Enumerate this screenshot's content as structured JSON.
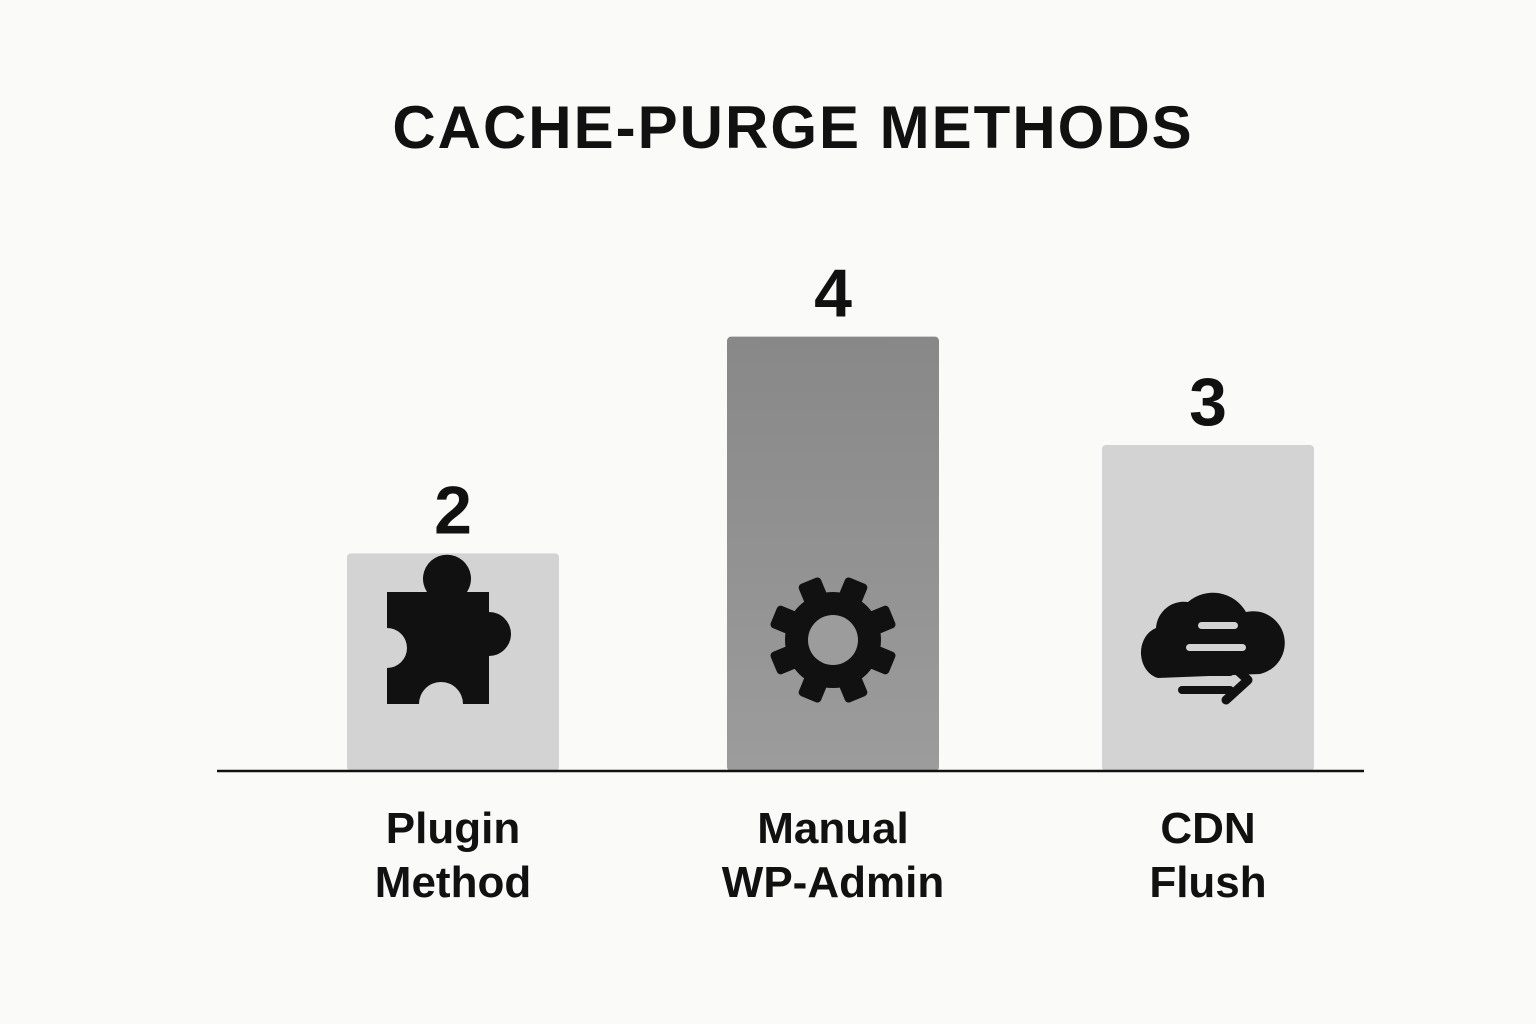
{
  "chart_data": {
    "type": "bar",
    "title": "CACHE-PURGE METHODS",
    "xlabel": "",
    "ylabel": "",
    "ylim": [
      0,
      4.2
    ],
    "grid": false,
    "legend": "none",
    "categories": [
      {
        "lines": [
          "Plugin",
          "Method"
        ],
        "icon": "puzzle-piece-icon"
      },
      {
        "lines": [
          "Manual",
          "WP-Admin"
        ],
        "icon": "gear-icon"
      },
      {
        "lines": [
          "CDN",
          "Flush"
        ],
        "icon": "cloud-flush-icon"
      }
    ],
    "values": [
      2,
      4,
      3
    ],
    "colors": [
      "#d3d3d4",
      "#8d8d8d",
      "#d3d3d4"
    ],
    "highlight_gradient": [
      "#888888",
      "#9c9c9c"
    ],
    "axis_color": "#111111",
    "icon_color": "#111111"
  }
}
